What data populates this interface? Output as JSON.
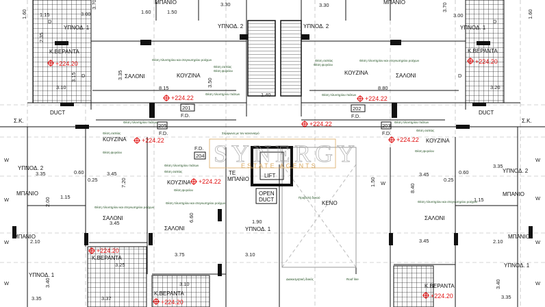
{
  "rooms": {
    "tl_bed1": "ΥΠΝΟΔ. 1",
    "tl_bath": "ΜΠΑΝΙΟ",
    "tl_bed2": "ΥΠΝΟΔ. 2",
    "tl_balcony": "Κ.ΒΕΡΑΝΤΑ",
    "tl_living": "ΣΑΛΟΝΙ",
    "tl_kitchen": "ΚΟΥΖΙΝΑ",
    "tl_duct": "DUCT",
    "tl_sk": "Σ.Κ.",
    "tr_bed2": "ΥΠΝΟΔ. 2",
    "tr_bath": "ΜΠΑΝΙΟ",
    "tr_bed1": "ΥΠΝΟΔ. 1",
    "tr_balcony": "Κ.ΒΕΡΑΝΤΑ",
    "tr_kitchen": "ΚΟΥΖΙΝΑ",
    "tr_living": "ΣΑΛΟΝΙ",
    "tr_duct": "DUCT",
    "tr_sk": "Σ.Κ.",
    "ml_kitchen": "ΚΟΥΖΙΝΑ",
    "mr_kitchen": "ΚΟΥΖΙΝΑ",
    "bl_bed2": "ΥΠΝΟΔ. 2",
    "bl_bath1": "ΜΠΑΝΙΟ",
    "bl_bath2": "ΜΠΑΝΙΟ",
    "bl_living": "ΣΑΛΟΝΙ",
    "bl_balcony": "Κ.ΒΕΡΑΝΤΑ",
    "bl_bed1": "ΥΠΝΟΔ. 1",
    "bc_kitchen": "ΚΟΥΖΙΝΑ",
    "bc_living": "ΣΑΛΟΝΙ",
    "bc_balcony": "Κ.ΒΕΡΑΝΤΑ",
    "bc_bed1": "ΥΠΝΟΔ. 1",
    "lift": "LIFT",
    "open_duct_1": "OPEN",
    "open_duct_2": "DUCT",
    "wc": "ΤΕ",
    "wc2": "ΜΠΑΝΙΟ",
    "void": "ΚΕΝΟ",
    "br_living": "ΣΑΛΟΝΙ",
    "br_bed2": "ΥΠΝΟΔ. 2",
    "br_bath1": "ΜΠΑΝΙΟ",
    "br_bath2": "ΜΠΑΝΙΟ",
    "br_bed1": "ΥΠΝΟΔ. 1",
    "br_balcony": "Κ.ΒΕΡΑΝΤΑ"
  },
  "levels": {
    "balcony": "+224.20",
    "floor": "+224.22"
  },
  "fd": {
    "label": "F.D.",
    "n201": "201",
    "n202": "202",
    "n203": "203",
    "n204": "204",
    "n205": "205"
  },
  "windows": {
    "w": "W",
    "d": "D"
  },
  "dims": {
    "d300": "3.00",
    "d370": "3.70",
    "d160": "1.60",
    "d115": "1.15",
    "d235": "2.35",
    "d315": "3.15",
    "d310": "3.10",
    "d335": "3.35",
    "d815": "8.15",
    "d350": "3.50",
    "d330": "3.30",
    "d150": "1.50",
    "d880": "8.80",
    "d320": "3.20",
    "d345": "3.45",
    "d720": "7.20",
    "d025": "0.25",
    "d060": "0.60",
    "d200": "2.00",
    "d210": "2.10",
    "d340": "3.40",
    "d660": "6.60",
    "d375": "3.75",
    "d190": "1.90",
    "d840": "8.40",
    "d140": "1.40",
    "d325": "3.25",
    "d337": "3.37"
  },
  "notes": {
    "washer": "Θέση πλυντηρίου και στεγνωτηρίου ρούχων",
    "sink": "Θέση σαπίας",
    "fridge": "Θέση ψυγείου",
    "dishwasher": "Θέση πλυντηρίου πιάτων",
    "beam": "Προβολή δοκού",
    "deco_beam": "Διακοσμητική δοκός",
    "roof": "Roof line",
    "conform": "Σύμφωνα με τον κανονισμό"
  },
  "watermark": {
    "brand": "SYNERGY",
    "sub": "ESTATE AGENTS"
  }
}
